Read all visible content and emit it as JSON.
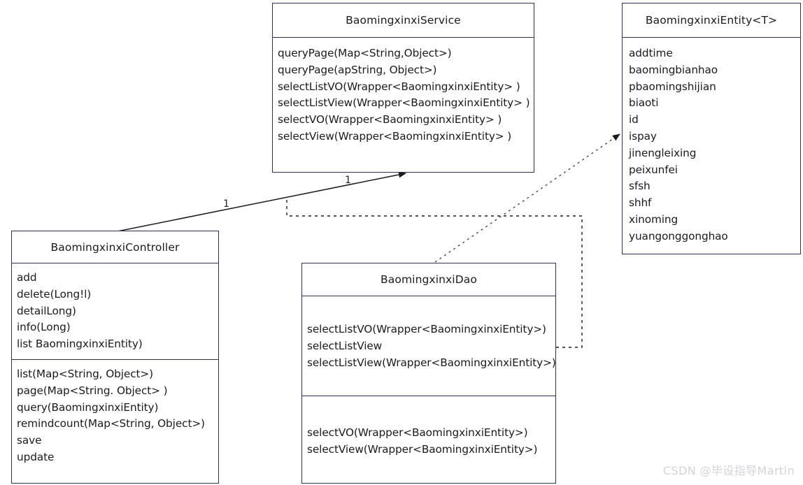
{
  "diagram": {
    "type": "uml-class-diagram",
    "title": "BaomingxinxiService class diagram",
    "background_color": "#ffffff",
    "border_color": "#2d3354",
    "text_color": "#1b1b1b"
  },
  "classes": {
    "service": {
      "name": "BaomingxinxiService",
      "methods": [
        "queryPage(Map<String,Object>)",
        "queryPage(apString, Object>)",
        "selectListVO(Wrapper<BaomingxinxiEntity> )",
        "selectListView(Wrapper<BaomingxinxiEntity> )",
        "selectVO(Wrapper<BaomingxinxiEntity> )",
        "selectView(Wrapper<BaomingxinxiEntity> )"
      ]
    },
    "entity": {
      "name": "BaomingxinxiEntity<T>",
      "fields": [
        "addtime",
        "baomingbianhao",
        "pbaomingshijian",
        "biaoti",
        "id",
        "ispay",
        "jinengleixing",
        "peixunfei",
        "sfsh",
        "shhf",
        "xinoming",
        "yuangonggonghao"
      ]
    },
    "controller": {
      "name": "BaomingxinxiController",
      "section_one": [
        "add",
        "delete(Long!l)",
        "detailLong)",
        "info(Long)",
        "list BaomingxinxiEntity)"
      ],
      "section_two": [
        "list(Map<String, Object>)",
        "page(Map<String. Object> )",
        "query(BaomingxinxiEntity)",
        "remindcount(Map<String, Object>)",
        "save",
        "update"
      ]
    },
    "dao": {
      "name": "BaomingxinxiDao",
      "section_one": [
        "selectListVO(Wrapper<BaomingxinxiEntity>)",
        "selectListView",
        "selectListView(Wrapper<BaomingxinxiEntity>)"
      ],
      "section_two": [
        "selectVO(Wrapper<BaomingxinxiEntity>)",
        "selectView(Wrapper<BaomingxinxiEntity>)"
      ]
    }
  },
  "connectors": {
    "controller_to_service": {
      "style": "solid-arrow",
      "source_multiplicity": "1",
      "target_multiplicity": "1"
    },
    "dao_to_entity": {
      "style": "dashed-arrow"
    },
    "dao_to_service": {
      "style": "dashed-orthogonal"
    }
  },
  "watermark": {
    "text": "CSDN @毕设指导Martin"
  }
}
